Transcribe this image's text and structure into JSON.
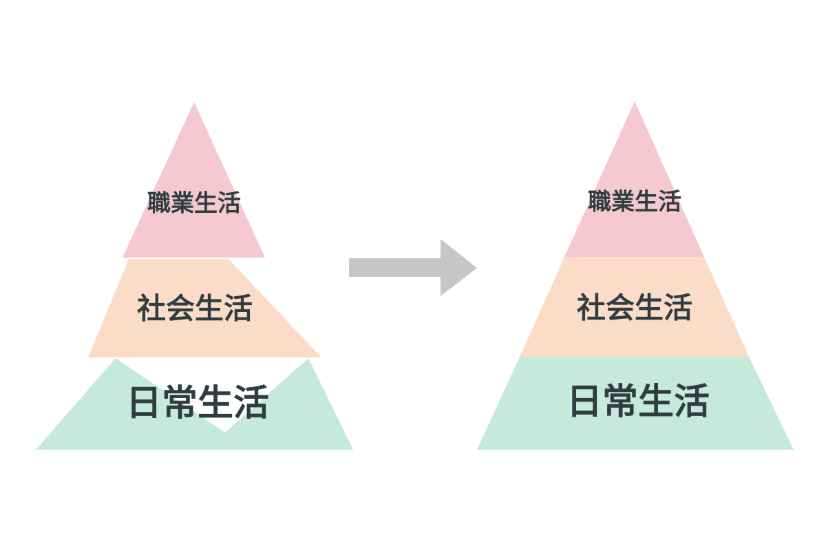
{
  "colors": {
    "top": "#f5c9d1",
    "middle": "#fbdcc8",
    "bottom": "#c5e9da",
    "arrow": "#c6c6c6",
    "text": "#2f3d40"
  },
  "left_pyramid": {
    "top_label": "職業生活",
    "middle_label": "社会生活",
    "bottom_label": "日常生活"
  },
  "right_pyramid": {
    "top_label": "職業生活",
    "middle_label": "社会生活",
    "bottom_label": "日常生活"
  }
}
